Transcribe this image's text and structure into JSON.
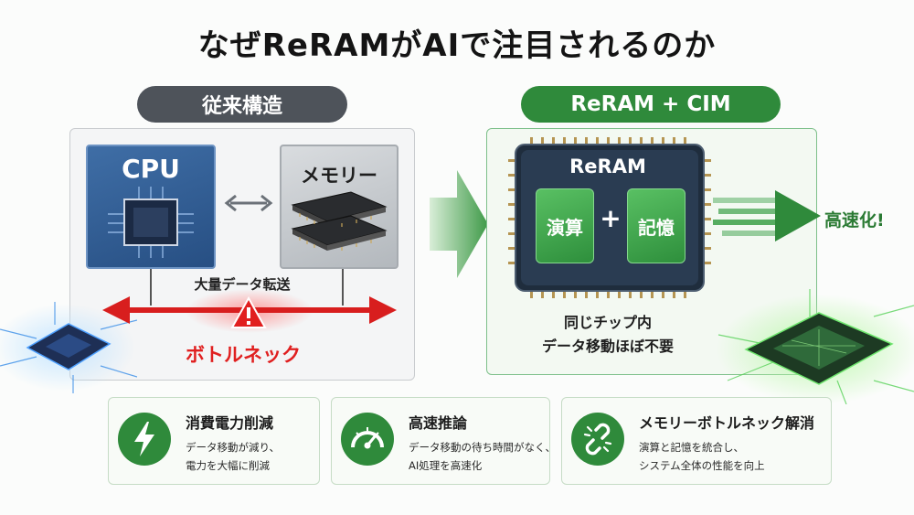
{
  "title": "なぜReRAMがAIで注目されるのか",
  "left_panel": {
    "heading": "従来構造",
    "cpu_label": "CPU",
    "memory_label": "メモリー",
    "transfer_label": "大量データ転送",
    "bottleneck_label": "ボトルネック"
  },
  "right_panel": {
    "heading": "ReRAM + CIM",
    "chip_label": "ReRAM",
    "compute_label": "演算",
    "plus_symbol": "+",
    "storage_label": "記憶",
    "speedup_label": "高速化!",
    "note_line1": "同じチップ内",
    "note_line2": "データ移動ほぼ不要"
  },
  "cards": [
    {
      "icon": "lightning-icon",
      "title": "消費電力削減",
      "desc_line1": "データ移動が減り、",
      "desc_line2": "電力を大幅に削減"
    },
    {
      "icon": "speedometer-icon",
      "title": "高速推論",
      "desc_line1": "データ移動の待ち時間がなく、",
      "desc_line2": "AI処理を高速化"
    },
    {
      "icon": "broken-chain-icon",
      "title": "メモリーボトルネック解消",
      "desc_line1": "演算と記憶を統合し、",
      "desc_line2": "システム全体の性能を向上"
    }
  ],
  "colors": {
    "accent_green": "#2f8a3b",
    "warning_red": "#e02020",
    "cpu_blue": "#2f5f97",
    "dark_pill": "#4e535a"
  }
}
